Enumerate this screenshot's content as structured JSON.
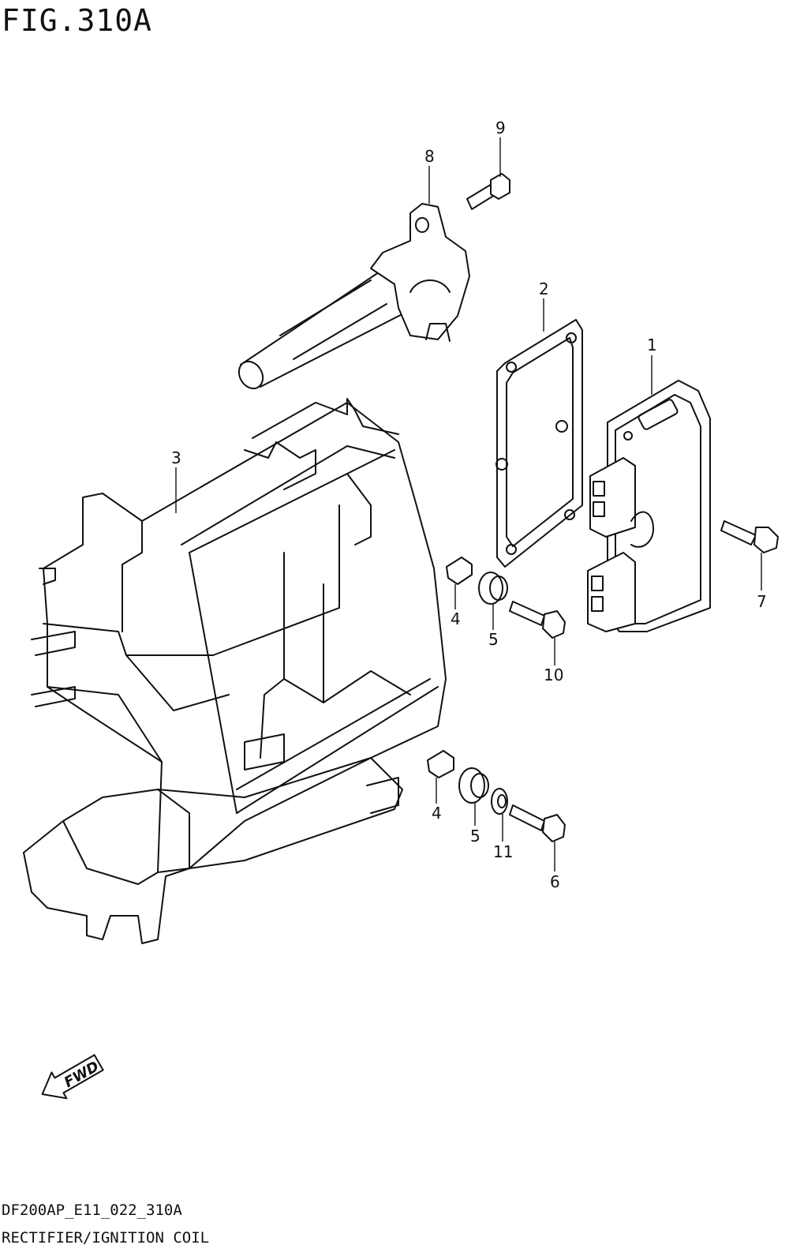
{
  "figure": {
    "title": "FIG.310A"
  },
  "footer": {
    "code": "DF200AP_E11_022_310A",
    "name": "RECTIFIER/IGNITION COIL"
  },
  "callouts": {
    "c1": "1",
    "c2": "2",
    "c3": "3",
    "c4a": "4",
    "c4b": "4",
    "c5a": "5",
    "c5b": "5",
    "c6": "6",
    "c7": "7",
    "c8": "8",
    "c9": "9",
    "c10": "10",
    "c11": "11"
  },
  "fwd_label": "FWD"
}
